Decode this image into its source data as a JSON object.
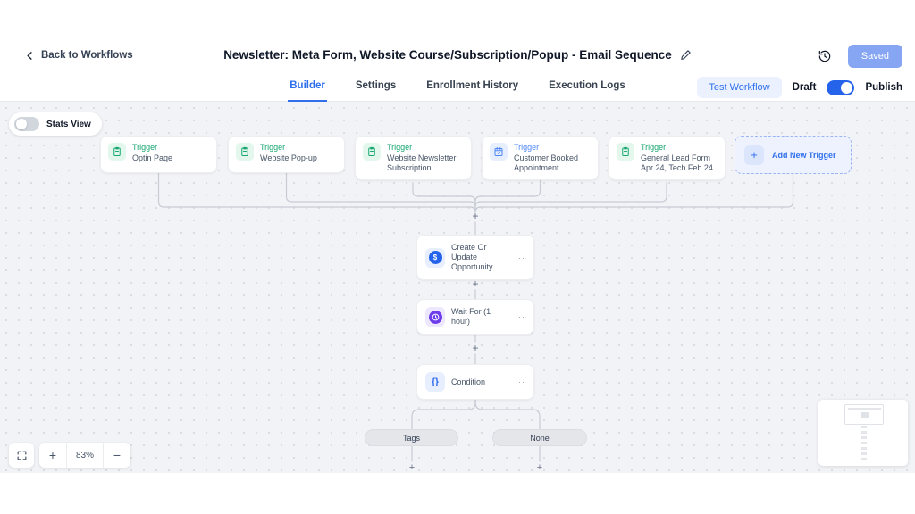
{
  "header": {
    "back_label": "Back to Workflows",
    "title": "Newsletter: Meta Form, Website Course/Subscription/Popup - Email Sequence",
    "saved_label": "Saved"
  },
  "tabs": {
    "builder": "Builder",
    "settings": "Settings",
    "enrollment_history": "Enrollment History",
    "execution_logs": "Execution Logs"
  },
  "toolbar": {
    "test_workflow_label": "Test Workflow",
    "draft_label": "Draft",
    "publish_label": "Publish"
  },
  "canvas": {
    "stats_view_label": "Stats View",
    "triggers": [
      {
        "type": "Trigger",
        "name": "Optin Page"
      },
      {
        "type": "Trigger",
        "name": "Website Pop-up"
      },
      {
        "type": "Trigger",
        "name": "Website Newsletter Subscription"
      },
      {
        "type": "Trigger",
        "name": "Customer Booked Appointment"
      },
      {
        "type": "Trigger",
        "name": "General Lead Form Apr 24, Tech Feb 24"
      }
    ],
    "add_trigger_label": "Add New Trigger",
    "add_trigger_plus": "+",
    "nodes": [
      {
        "name": "Create Or Update Opportunity",
        "icon_glyph": "$"
      },
      {
        "name": "Wait For (1 hour)"
      },
      {
        "name": "Condition",
        "icon_glyph": "{}"
      }
    ],
    "menu_ellipsis": "···",
    "plus": "+",
    "branches": [
      {
        "label": "Tags"
      },
      {
        "label": "None"
      }
    ]
  },
  "zoom_controls": {
    "zoom_in": "+",
    "zoom_out": "−",
    "zoom_level": "83%"
  },
  "colors": {
    "accent_blue": "#2f6feb",
    "trigger_green": "#17a673",
    "wait_purple": "#6d3deb",
    "saved_blue": "#86a5f2",
    "connector_gray": "#c7cbd3"
  }
}
